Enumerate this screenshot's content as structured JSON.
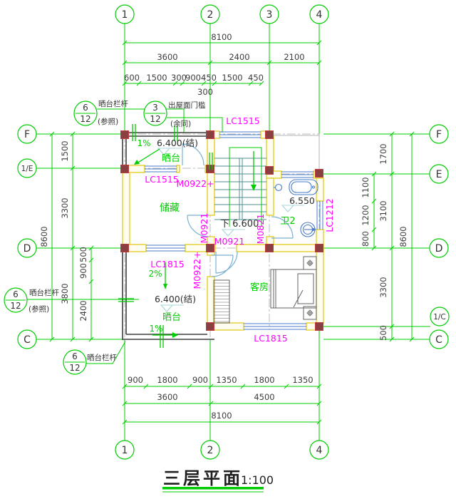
{
  "title": {
    "text": "三层平面",
    "scale": "1:100"
  },
  "axes": {
    "top": [
      "1",
      "2",
      "3",
      "4"
    ],
    "bottom": [
      "1",
      "2",
      "4"
    ],
    "left": [
      "F",
      "1/E",
      "D",
      "C"
    ],
    "right": [
      "F",
      "E",
      "D",
      "1/C",
      "C"
    ]
  },
  "callouts": {
    "terrace_rail_top": {
      "num": "6",
      "den": "12",
      "text": "晒台栏杆",
      "note": "(参照)"
    },
    "roof_door_sill": {
      "num": "3",
      "den": "12",
      "text": "出屋面门槛",
      "note": "(余同)"
    },
    "terrace_rail_mid": {
      "num": "6",
      "den": "12",
      "text": "晒台栏杆",
      "note": "(参照)"
    },
    "terrace_rail_bot": {
      "num": "6",
      "den": "12",
      "text": "晒台栏杆"
    }
  },
  "dims": {
    "top": {
      "total": "8100",
      "row2": [
        "3600",
        "2400",
        "2100"
      ],
      "row3": [
        "600",
        "1500",
        "300",
        "900",
        "450",
        "1500",
        "450"
      ],
      "sub": "300"
    },
    "bottom": {
      "row1": [
        "900",
        "1800",
        "900",
        "1350",
        "1800",
        "1350"
      ],
      "row2": [
        "3600",
        "4500"
      ],
      "total": "8100"
    },
    "left": {
      "outer": "8600",
      "mid": [
        "1500",
        "3300",
        "3800"
      ],
      "inner": [
        "500",
        "900",
        "2400"
      ]
    },
    "right": {
      "outer": "8600",
      "mid": [
        "1700",
        "3100",
        "3300",
        "500"
      ],
      "inner": [
        "1100",
        "1200",
        "800"
      ]
    }
  },
  "rooms": {
    "terrace_top": "晒台",
    "storage": "储藏",
    "bath": "卫2",
    "bedroom": "客房",
    "terrace_bottom": "晒台"
  },
  "levels": {
    "terrace_top": "6.400(结)",
    "terrace_bottom": "6.400(结)",
    "bath": "6.550",
    "stair": "下 6.600"
  },
  "slopes": {
    "terrace_top": "1%",
    "terrace_bottom_down": "2%",
    "terrace_bottom_out": "1%"
  },
  "windows": {
    "stair_top": "LC1515",
    "storage": "LC1515",
    "bath_right": "LC1212",
    "terrace_d": "LC1815",
    "bedroom_bottom": "LC1815"
  },
  "doors": {
    "terrace_top_door": "M0922+",
    "storage_door": "M0921",
    "bedroom_door": "M0921",
    "bath_door": "M0821",
    "bedroom_terrace_door": "M0922+"
  },
  "colors": {
    "axis_green": "#00cc00",
    "dim_text": "#3d3d3d",
    "label_magenta": "#ff00ff",
    "wall_yellow": "#e3cf2e",
    "wall_dark": "#3f3f3f",
    "column_red": "#8a4040",
    "window_blue": "#4a7bc8",
    "fixture_blue": "#7ab0d4",
    "stair_teal": "#4f9090"
  }
}
